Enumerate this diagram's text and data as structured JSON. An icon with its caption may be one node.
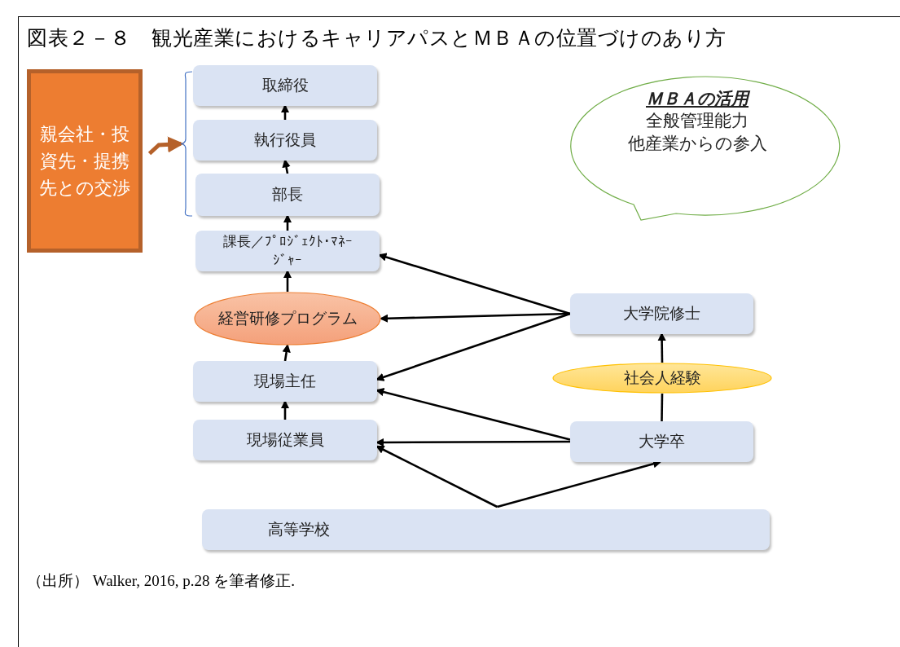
{
  "diagram": {
    "title": "図表２－８　観光産業におけるキャリアパスとＭＢＡの位置づけのあり方",
    "caption": "（出所） Walker, 2016, p.28 を筆者修正.",
    "nodes": [
      {
        "text": [
          "親会社・投資先・提携先との交渉"
        ]
      },
      {
        "text": [
          "取締役"
        ]
      },
      {
        "text": [
          "執行役員"
        ]
      },
      {
        "text": [
          "部長"
        ]
      },
      {
        "text": [
          "課長／ﾌﾟﾛｼﾞｪｸﾄ･ﾏﾈｰｼﾞｬｰ"
        ]
      },
      {
        "text": [
          "経営研修プログラム"
        ]
      },
      {
        "text": [
          "現場主任"
        ]
      },
      {
        "text": [
          "現場従業員"
        ]
      },
      {
        "text": [
          "大学院修士"
        ]
      },
      {
        "text": [
          "社会人経験"
        ]
      },
      {
        "text": [
          "大学卒"
        ]
      },
      {
        "text": [
          "高等学校"
        ]
      },
      {
        "text": [
          "ＭＢＡの活用",
          "全般管理能力",
          "他産業からの参入"
        ]
      },
      {
        "text": [],
        "shape": "bracket"
      }
    ],
    "edges": [
      {
        "from": 2,
        "to": 1,
        "arrow": "to"
      },
      {
        "from": 3,
        "to": 2,
        "arrow": "to"
      },
      {
        "from": 4,
        "to": 3,
        "arrow": "to"
      },
      {
        "from": 5,
        "to": 4,
        "arrow": "to"
      },
      {
        "from": 6,
        "to": 5,
        "arrow": "to"
      },
      {
        "from": 7,
        "to": 6,
        "arrow": "to"
      },
      {
        "from": 8,
        "to": 4,
        "arrow": "to"
      },
      {
        "from": 8,
        "to": 5,
        "arrow": "to"
      },
      {
        "from": 8,
        "to": 6,
        "arrow": "to"
      },
      {
        "from": 10,
        "to": 6,
        "arrow": "to"
      },
      {
        "from": 10,
        "to": 7,
        "arrow": "to"
      },
      {
        "from": 10,
        "to": 9,
        "arrow": "none"
      },
      {
        "from": 9,
        "to": 8,
        "arrow": "to"
      },
      {
        "from": 11,
        "to": 7,
        "arrow": "to"
      },
      {
        "from": 11,
        "to": 10,
        "arrow": "to"
      },
      {
        "from": 0,
        "to": 13,
        "arrow": "to",
        "style": "thick",
        "color": "#b5612a"
      }
    ]
  }
}
